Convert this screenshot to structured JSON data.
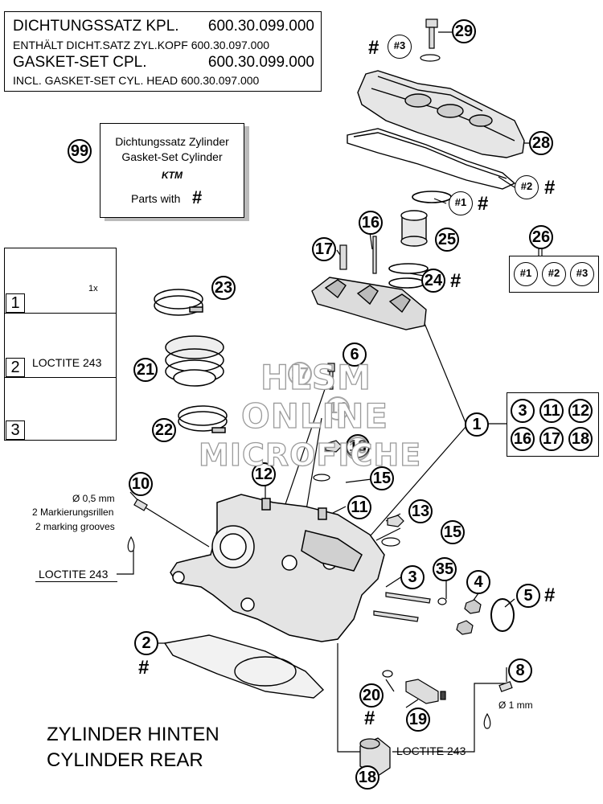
{
  "gasket_box": {
    "line1_label": "DICHTUNGSSATZ KPL.",
    "line1_number": "600.30.099.000",
    "line2": "ENTHÄLT DICHT.SATZ ZYL.KOPF 600.30.097.000",
    "line3_label": "GASKET-SET CPL.",
    "line3_number": "600.30.099.000",
    "line4": "INCL. GASKET-SET CYL. HEAD 600.30.097.000"
  },
  "kit_box": {
    "callout": "99",
    "line1": "Dichtungssatz Zylinder",
    "line2": "Gasket-Set Cylinder",
    "logo": "KTM",
    "line3": "Parts with",
    "hash": "#"
  },
  "steps": {
    "step1": {
      "number": "1",
      "turn_label": "1x"
    },
    "step2": {
      "number": "2",
      "adhesive": "LOCTITE 243"
    },
    "step3": {
      "number": "3"
    }
  },
  "callouts": {
    "c1": "1",
    "c2": "2",
    "c3": "3",
    "c4": "4",
    "c5": "5",
    "c6": "6",
    "c8": "8",
    "c10": "10",
    "c11": "11",
    "c12": "12",
    "c13a": "13",
    "c13b": "13",
    "c15a": "15",
    "c15b": "15",
    "c16": "16",
    "c17": "17",
    "c18": "18",
    "c19": "19",
    "c20": "20",
    "c21": "21",
    "c22": "22",
    "c23": "23",
    "c24": "24",
    "c25": "25",
    "c26": "26",
    "c28": "28",
    "c29": "29",
    "c35": "35",
    "c7_faded": "17",
    "c14_faded": "14"
  },
  "gasket_refs": {
    "r1": "#1",
    "r2": "#2",
    "r3": "#3",
    "r1b": "#1",
    "r2b": "#2",
    "r3b": "#3"
  },
  "group_box_1": [
    "3",
    "11",
    "12",
    "16",
    "17",
    "18"
  ],
  "hash": "#",
  "annotations": {
    "diameter_05": "Ø 0,5 mm",
    "marking_de": "2 Markierungsrillen",
    "marking_en": "2 marking grooves",
    "loctite_left": "LOCTITE 243",
    "diameter_1": "Ø 1 mm",
    "loctite_bottom": "LOCTITE 243"
  },
  "title": {
    "line1": "ZYLINDER HINTEN",
    "line2": "CYLINDER REAR"
  },
  "watermark": {
    "line1": "HLSM",
    "line2": "ONLINE",
    "line3": "MICROFICHE"
  }
}
